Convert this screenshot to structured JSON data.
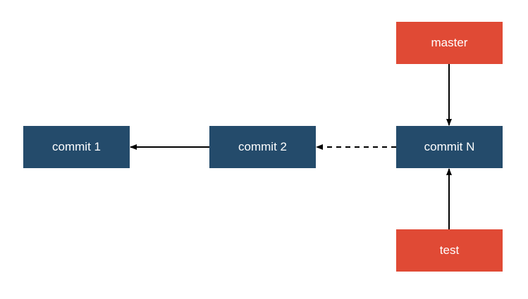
{
  "diagram": {
    "commits": [
      {
        "id": "commit-1",
        "label": "commit 1"
      },
      {
        "id": "commit-2",
        "label": "commit 2"
      },
      {
        "id": "commit-n",
        "label": "commit N"
      }
    ],
    "branches": [
      {
        "id": "branch-master",
        "label": "master",
        "points_to": "commit-n"
      },
      {
        "id": "branch-test",
        "label": "test",
        "points_to": "commit-n"
      }
    ],
    "edges": [
      {
        "from": "commit-2",
        "to": "commit-1",
        "style": "solid"
      },
      {
        "from": "commit-n",
        "to": "commit-2",
        "style": "dashed"
      },
      {
        "from": "branch-master",
        "to": "commit-n",
        "style": "solid"
      },
      {
        "from": "branch-test",
        "to": "commit-n",
        "style": "solid"
      }
    ],
    "colors": {
      "commit": "#244b6b",
      "branch": "#e04a35",
      "text": "#ffffff",
      "edge": "#000000"
    }
  }
}
